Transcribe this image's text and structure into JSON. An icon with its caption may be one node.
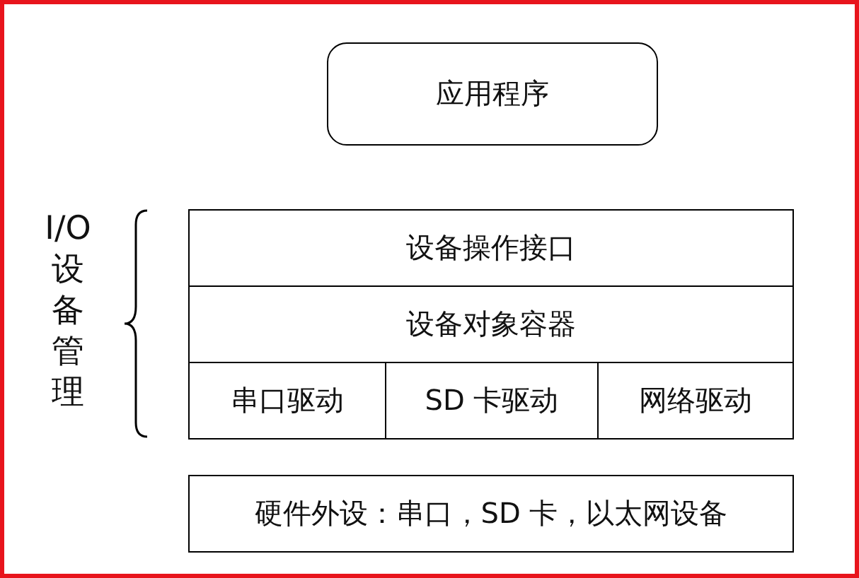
{
  "diagram": {
    "nodes": [
      {
        "text": [
          "应用程序"
        ]
      },
      {
        "text": [
          "设备操作接口"
        ]
      },
      {
        "text": [
          "设备对象容器"
        ]
      },
      {
        "text": [
          "串口驱动"
        ]
      },
      {
        "text": [
          "SD 卡驱动"
        ]
      },
      {
        "text": [
          "网络驱动"
        ]
      },
      {
        "text": [
          "硬件外设：串口，SD 卡，以太网设备"
        ]
      }
    ],
    "labels": [
      "I/O 设备管理"
    ]
  }
}
